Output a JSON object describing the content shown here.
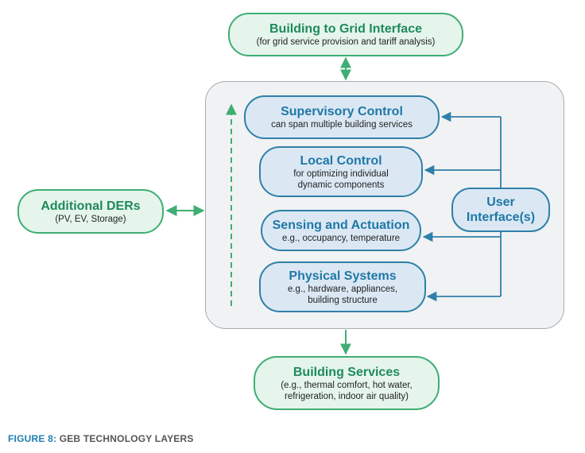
{
  "grid_interface": {
    "title": "Building to Grid Interface",
    "subtitle": "(for grid service provision and tariff analysis)"
  },
  "ders": {
    "title": "Additional DERs",
    "subtitle": "(PV, EV, Storage)"
  },
  "supervisory": {
    "title": "Supervisory Control",
    "subtitle": "can span multiple building services"
  },
  "local": {
    "title": "Local Control",
    "line1": "for optimizing individual",
    "line2": "dynamic components"
  },
  "sensing": {
    "title": "Sensing and Actuation",
    "subtitle": "e.g., occupancy, temperature"
  },
  "physical": {
    "title": "Physical Systems",
    "line1": "e.g., hardware, appliances,",
    "line2": "building structure"
  },
  "user_interface": {
    "line1": "User",
    "line2": "Interface(s)"
  },
  "services": {
    "title": "Building Services",
    "line1": "(e.g., thermal comfort, hot water,",
    "line2": "refrigeration, indoor air quality)"
  },
  "caption": {
    "label": "FIGURE 8:",
    "text": "GEB TECHNOLOGY LAYERS"
  },
  "colors": {
    "green_border": "#3fae74",
    "green_fill": "#e5f5ec",
    "blue_border": "#2f80a8",
    "blue_fill": "#dbe8f4"
  }
}
